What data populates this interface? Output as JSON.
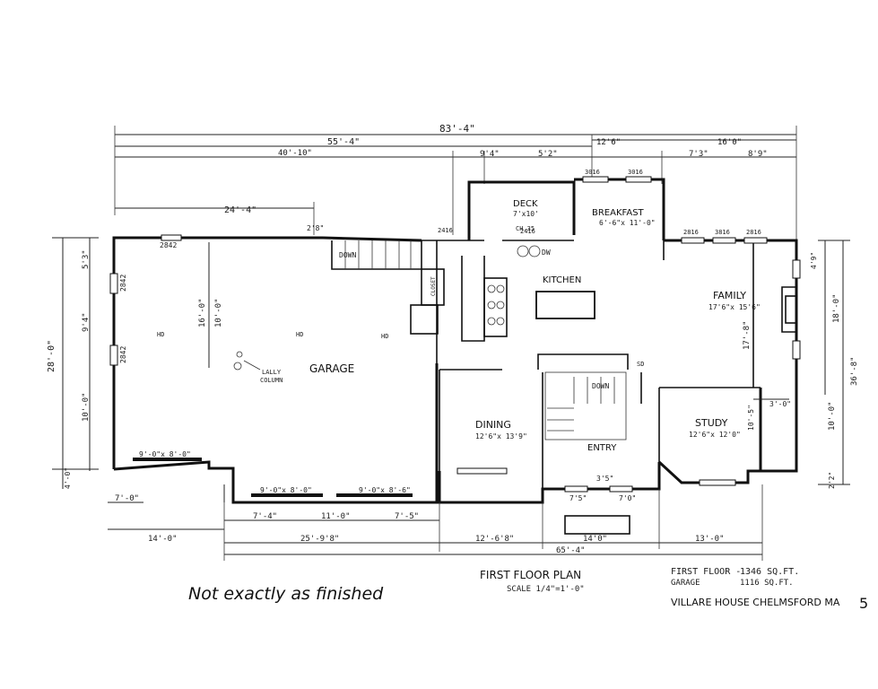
{
  "overall_dims": {
    "d_total": "83'-4\"",
    "d_55": "55'-4\"",
    "d_40": "40'-10\"",
    "d_12": "12'6\"",
    "d_16": "16'0\"",
    "d_9_4": "9'4\"",
    "d_5_2": "5'2\"",
    "d_7_3": "7'3\"",
    "d_8_9": "8'9\"",
    "d_24_4": "24'-4\"",
    "d_2_8": "2'8\""
  },
  "windows": {
    "w_2842a": "2842",
    "w_2842b": "2842",
    "w_2842c": "2842",
    "w_2416a": "2416",
    "w_3016a": "3016",
    "w_3016b": "3016",
    "w_2816a": "2816",
    "w_3816": "3816",
    "w_2816b": "2816",
    "w_2416b": "2416"
  },
  "rooms": {
    "garage": "GARAGE",
    "deck": "DECK",
    "deck_size": "7'x10'",
    "breakfast": "BREAKFAST",
    "breakfast_size": "6'-6\"x 11'-0\"",
    "kitchen": "KITCHEN",
    "family": "FAMILY",
    "family_size": "17'6\"x 15'6\"",
    "dining": "DINING",
    "dining_size": "12'6\"x 13'9\"",
    "study": "STUDY",
    "study_size": "12'6\"x 12'0\"",
    "entry": "ENTRY"
  },
  "fixtures": {
    "down1": "DOWN",
    "down2": "DOWN",
    "dw": "DW",
    "chess": "CH.35",
    "closet": "CLOSET",
    "hd1": "HD",
    "hd2": "HD",
    "hd3": "HD",
    "lally": "LALLY",
    "column": "COLUMN",
    "sd": "SD"
  },
  "side_dims": {
    "left_28": "28'-0\"",
    "left_5_3": "5'3\"",
    "left_9_4": "9'4\"",
    "left_10": "10'-0\"",
    "left_4": "4'-0\"",
    "left_7": "7'-0\"",
    "left_14": "14'-0\"",
    "g16": "16'-0\"",
    "g10": "10'-0\"",
    "right_18": "18'-0\"",
    "right_36": "36'-8\"",
    "right_10": "10'-0\"",
    "right_22": "2'2\"",
    "r_4_9": "4'9\"",
    "r_3_0": "3'-0\"",
    "fam_17": "17'-8\"",
    "st_10": "10'-5\""
  },
  "bottom_dims": {
    "b_7_4": "7'-4\"",
    "b_11": "11'-0\"",
    "b_7_5": "7'-5\"",
    "b_25": "25'-9'8\"",
    "b_12": "12'-6'8\"",
    "b_14": "14'0\"",
    "b_13": "13'-0\"",
    "b_65": "65'-4\"",
    "b_door1": "9'-0\"x 8'-0\"",
    "b_door2": "9'-0\"x 8'-0\"",
    "b_door3": "9'-0\"x 8'-6\"",
    "b_7_5b": "7'5\"",
    "b_7_0b": "7'0\"",
    "b_3_5": "3'5\""
  },
  "title": {
    "plan": "FIRST FLOOR PLAN",
    "scale": "SCALE 1/4\"=1'-0\"",
    "first_floor_label": "FIRST FLOOR -",
    "first_floor_val": "1346 SQ.FT.",
    "garage_label": "GARAGE",
    "garage_val": "1116 SQ.FT.",
    "house": "VILLARE HOUSE CHELMSFORD MA",
    "page": "5"
  },
  "note": "Not exactly as finished"
}
